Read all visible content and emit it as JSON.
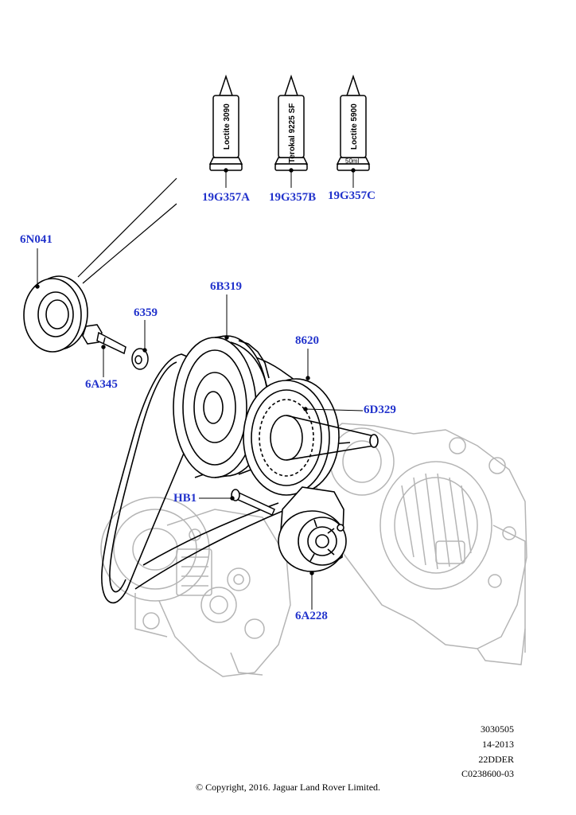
{
  "callouts": {
    "p19g357a": "19G357A",
    "p19g357b": "19G357B",
    "p19g357c": "19G357C",
    "p6n041": "6N041",
    "p6b319": "6B319",
    "p6359": "6359",
    "p8620": "8620",
    "p6a345": "6A345",
    "p6d329": "6D329",
    "phb1": "HB1",
    "p6a228": "6A228"
  },
  "tubes": {
    "a": "Loctite 3090",
    "b": "Terokal 9225 SF",
    "c": "Loctite 5900",
    "c_volume": "50ml"
  },
  "meta": {
    "line1": "3030505",
    "line2": "14-2013",
    "line3": "22DDER",
    "line4": "C0238600-03"
  },
  "copyright": "© Copyright, 2016. Jaguar Land Rover Limited.",
  "colors": {
    "callout": "#2233cc",
    "ghost": "#b5b5b5",
    "line": "#000000"
  }
}
